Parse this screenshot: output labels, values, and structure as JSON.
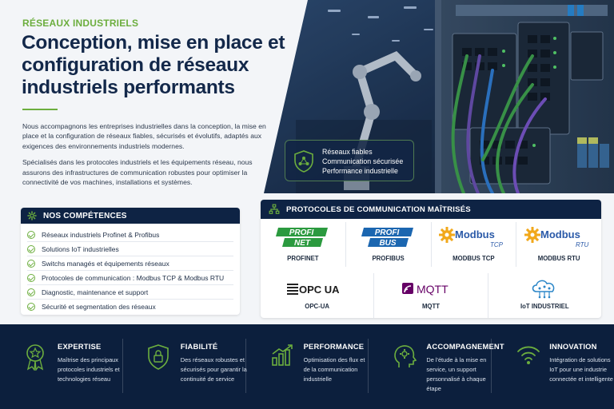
{
  "hero": {
    "eyebrow": "RÉSEAUX INDUSTRIELS",
    "title": "Conception, mise en place et configuration de réseaux industriels performants",
    "intro_1": "Nous accompagnons les entreprises industrielles dans la conception, la mise en place et la configuration de réseaux fiables, sécurisés et évolutifs, adaptés aux exigences des environnements industriels modernes.",
    "intro_2": "Spécialisés dans les protocoles industriels et les équipements réseau, nous assurons des infrastructures de communication robustes pour optimiser la connectivité de vos machines, installations et systèmes.",
    "features": [
      "Réseaux fiables",
      "Communication sécurisée",
      "Performance industrielle"
    ],
    "image_alt_icon": "industrial-network-photo"
  },
  "competences": {
    "title": "NOS COMPÉTENCES",
    "icon": "gear-icon",
    "items": [
      "Réseaux industriels Profinet & Profibus",
      "Solutions IoT industrielles",
      "Switchs managés et équipements réseaux",
      "Protocoles de communication : Modbus TCP & Modbus RTU",
      "Diagnostic, maintenance et support",
      "Sécurité et segmentation des réseaux"
    ]
  },
  "protocols": {
    "title": "PROTOCOLES DE COMMUNICATION MAÎTRISÉS",
    "icon": "network-icon",
    "items": [
      {
        "name": "PROFINET",
        "logo_top": "PROFI",
        "logo_bottom": "NET"
      },
      {
        "name": "PROFIBUS",
        "logo_top": "PROFI",
        "logo_bottom": "BUS"
      },
      {
        "name": "MODBUS TCP",
        "logo_main": "Modbus",
        "logo_sub": "TCP"
      },
      {
        "name": "MODBUS RTU",
        "logo_main": "Modbus",
        "logo_sub": "RTU"
      },
      {
        "name": "OPC-UA",
        "logo_main": "OPC UA"
      },
      {
        "name": "MQTT",
        "logo_main": "MQTT"
      },
      {
        "name": "IoT INDUSTRIEL"
      }
    ],
    "colors": {
      "profi_green": "#2b9a3f",
      "profi_blue": "#1b66b0",
      "modbus_blue": "#2b5aa8",
      "modbus_gold": "#f1a81b",
      "mqtt_purple": "#660066"
    }
  },
  "pillars": [
    {
      "title": "EXPERTISE",
      "desc": "Maîtrise des principaux protocoles industriels et technologies réseau",
      "icon": "medal-icon"
    },
    {
      "title": "FIABILITÉ",
      "desc": "Des réseaux robustes et sécurisés pour garantir la continuité de service",
      "icon": "lock-icon"
    },
    {
      "title": "PERFORMANCE",
      "desc": "Optimisation des flux et de la communication industrielle",
      "icon": "growth-chart-icon"
    },
    {
      "title": "ACCOMPAGNEMENT",
      "desc": "De l'étude à la mise en service, un support personnalisé à chaque étape",
      "icon": "gear-head-icon"
    },
    {
      "title": "INNOVATION",
      "desc": "Intégration de solutions IoT pour une industrie connectée et intelligente",
      "icon": "wifi-icon"
    }
  ],
  "colors": {
    "navy": "#0e2344",
    "green": "#6cae3e",
    "band": "#0c1f3d"
  }
}
